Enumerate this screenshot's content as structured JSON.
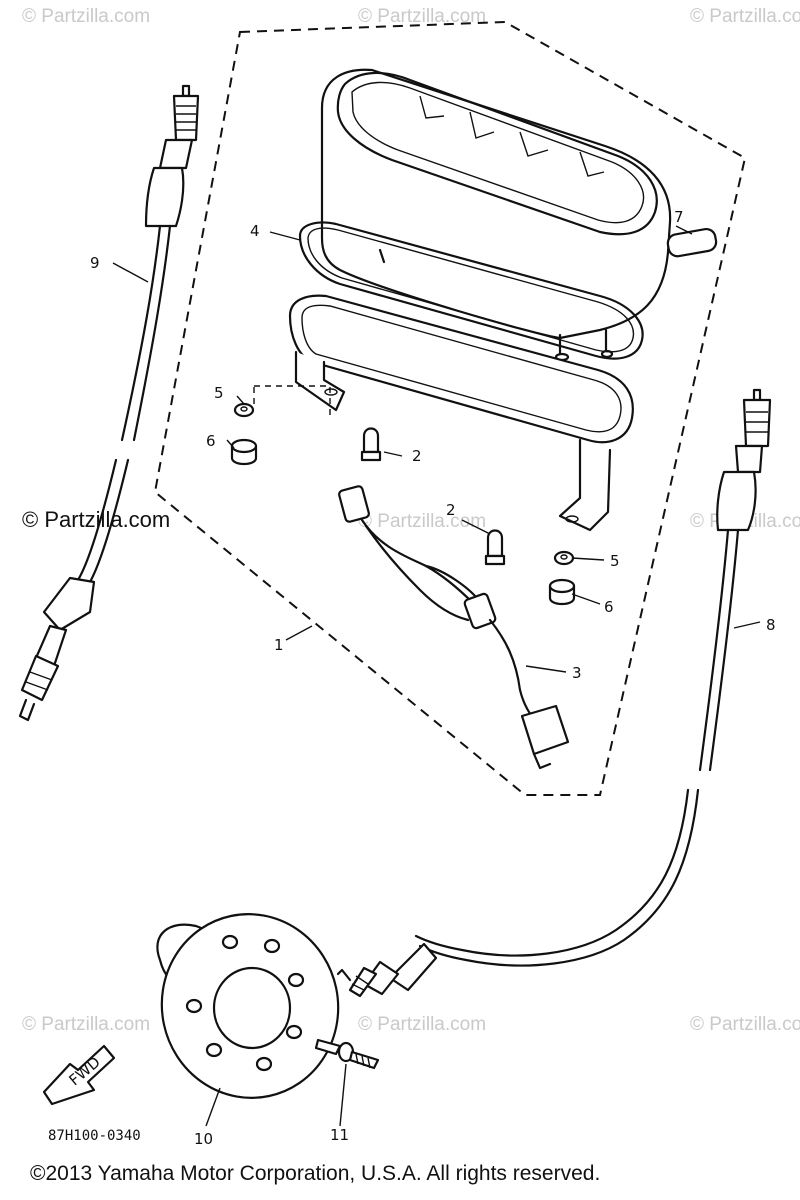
{
  "watermark": "© Partzilla.com",
  "partzilla_label": "© Partzilla.com",
  "diagram_code": "87H100-0340",
  "fwd_label": "FWD",
  "copyright": "©2013  Yamaha Motor Corporation, U.S.A. All rights reserved.",
  "callouts": [
    {
      "id": "1",
      "label": "1"
    },
    {
      "id": "2a",
      "label": "2"
    },
    {
      "id": "2b",
      "label": "2"
    },
    {
      "id": "3",
      "label": "3"
    },
    {
      "id": "4",
      "label": "4"
    },
    {
      "id": "5a",
      "label": "5"
    },
    {
      "id": "5b",
      "label": "5"
    },
    {
      "id": "6a",
      "label": "6"
    },
    {
      "id": "6b",
      "label": "6"
    },
    {
      "id": "7",
      "label": "7"
    },
    {
      "id": "8",
      "label": "8"
    },
    {
      "id": "9",
      "label": "9"
    },
    {
      "id": "10",
      "label": "10"
    },
    {
      "id": "11",
      "label": "11"
    }
  ]
}
